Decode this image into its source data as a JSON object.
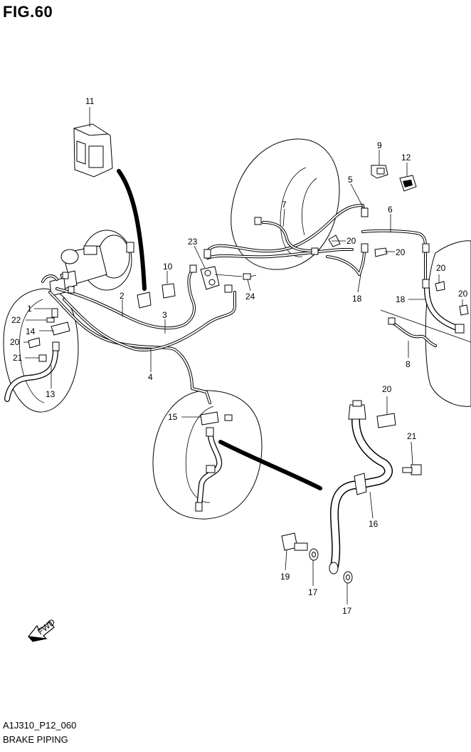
{
  "figure": {
    "title": "FIG.60",
    "code": "A1J310_P12_060",
    "name": "BRAKE PIPING",
    "fwd_label": "FWD"
  },
  "callouts": [
    {
      "id": "c11",
      "label": "11"
    },
    {
      "id": "c9",
      "label": "9"
    },
    {
      "id": "c12",
      "label": "12"
    },
    {
      "id": "c5",
      "label": "5"
    },
    {
      "id": "c7",
      "label": "7"
    },
    {
      "id": "c6",
      "label": "6"
    },
    {
      "id": "c23",
      "label": "23"
    },
    {
      "id": "c20a",
      "label": "20"
    },
    {
      "id": "c20b",
      "label": "20"
    },
    {
      "id": "c10",
      "label": "10"
    },
    {
      "id": "c20c",
      "label": "20"
    },
    {
      "id": "c20d",
      "label": "20"
    },
    {
      "id": "c2",
      "label": "2"
    },
    {
      "id": "c24",
      "label": "24"
    },
    {
      "id": "c18a",
      "label": "18"
    },
    {
      "id": "c18b",
      "label": "18"
    },
    {
      "id": "c1",
      "label": "1"
    },
    {
      "id": "c3",
      "label": "3"
    },
    {
      "id": "c22",
      "label": "22"
    },
    {
      "id": "c14",
      "label": "14"
    },
    {
      "id": "c20e",
      "label": "20"
    },
    {
      "id": "c21a",
      "label": "21"
    },
    {
      "id": "c4",
      "label": "4"
    },
    {
      "id": "c8",
      "label": "8"
    },
    {
      "id": "c13",
      "label": "13"
    },
    {
      "id": "c20f",
      "label": "20"
    },
    {
      "id": "c15",
      "label": "15"
    },
    {
      "id": "c21b",
      "label": "21"
    },
    {
      "id": "c16",
      "label": "16"
    },
    {
      "id": "c19",
      "label": "19"
    },
    {
      "id": "c17a",
      "label": "17"
    },
    {
      "id": "c17b",
      "label": "17"
    }
  ]
}
